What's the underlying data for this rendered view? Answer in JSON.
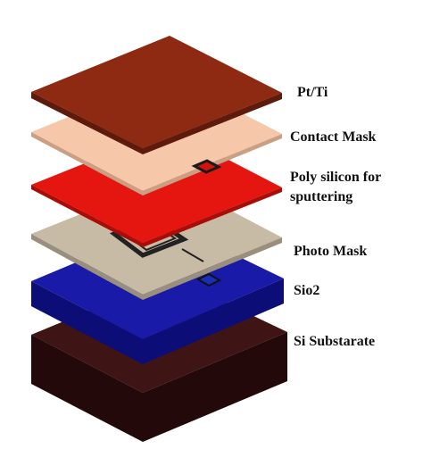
{
  "diagram": {
    "labels": {
      "pt_ti": "Pt/Ti",
      "contact_mask": "Contact Mask",
      "poly_silicon_line1": "Poly silicon for",
      "poly_silicon_line2": "sputtering",
      "photo_mask": "Photo Mask",
      "sio2": "Sio2",
      "si_substrate": "Si Substarate"
    },
    "colors": {
      "pt_ti_top": "#8e2a12",
      "pt_ti_side": "#5e1a0a",
      "contact_mask_top": "#f6c7a9",
      "contact_mask_side": "#caa085",
      "poly_silicon_top": "#e4160f",
      "poly_silicon_side": "#a80d08",
      "photo_mask_top": "#c8bba6",
      "photo_mask_side": "#9a8f7d",
      "sio2_top": "#1a1aa8",
      "sio2_side": "#0d0d78",
      "si_top": "#3f1414",
      "si_side": "#230909",
      "pattern": "#222222",
      "pad_blue": "#1b2db5"
    }
  }
}
